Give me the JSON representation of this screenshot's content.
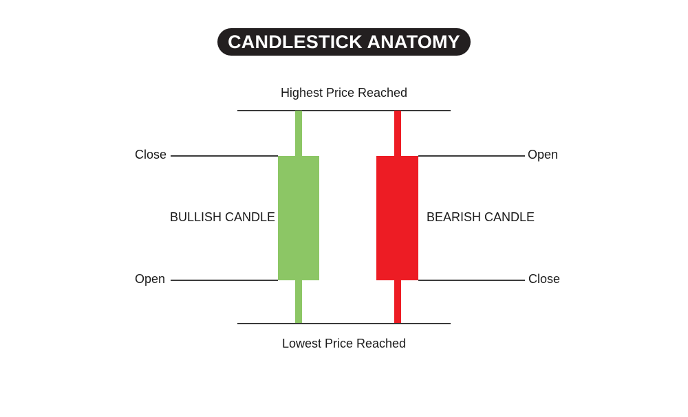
{
  "title": "CANDLESTICK ANATOMY",
  "colors": {
    "bullish": "#8cc665",
    "bearish": "#ed1c24",
    "title_bg": "#231f20",
    "lines": "#3a3a3a"
  },
  "labels": {
    "highest": "Highest Price Reached",
    "lowest": "Lowest Price Reached",
    "bullish_close": "Close",
    "bullish_open": "Open",
    "bearish_open": "Open",
    "bearish_close": "Close",
    "bullish_candle": "BULLISH CANDLE",
    "bearish_candle": "BEARISH CANDLE"
  }
}
